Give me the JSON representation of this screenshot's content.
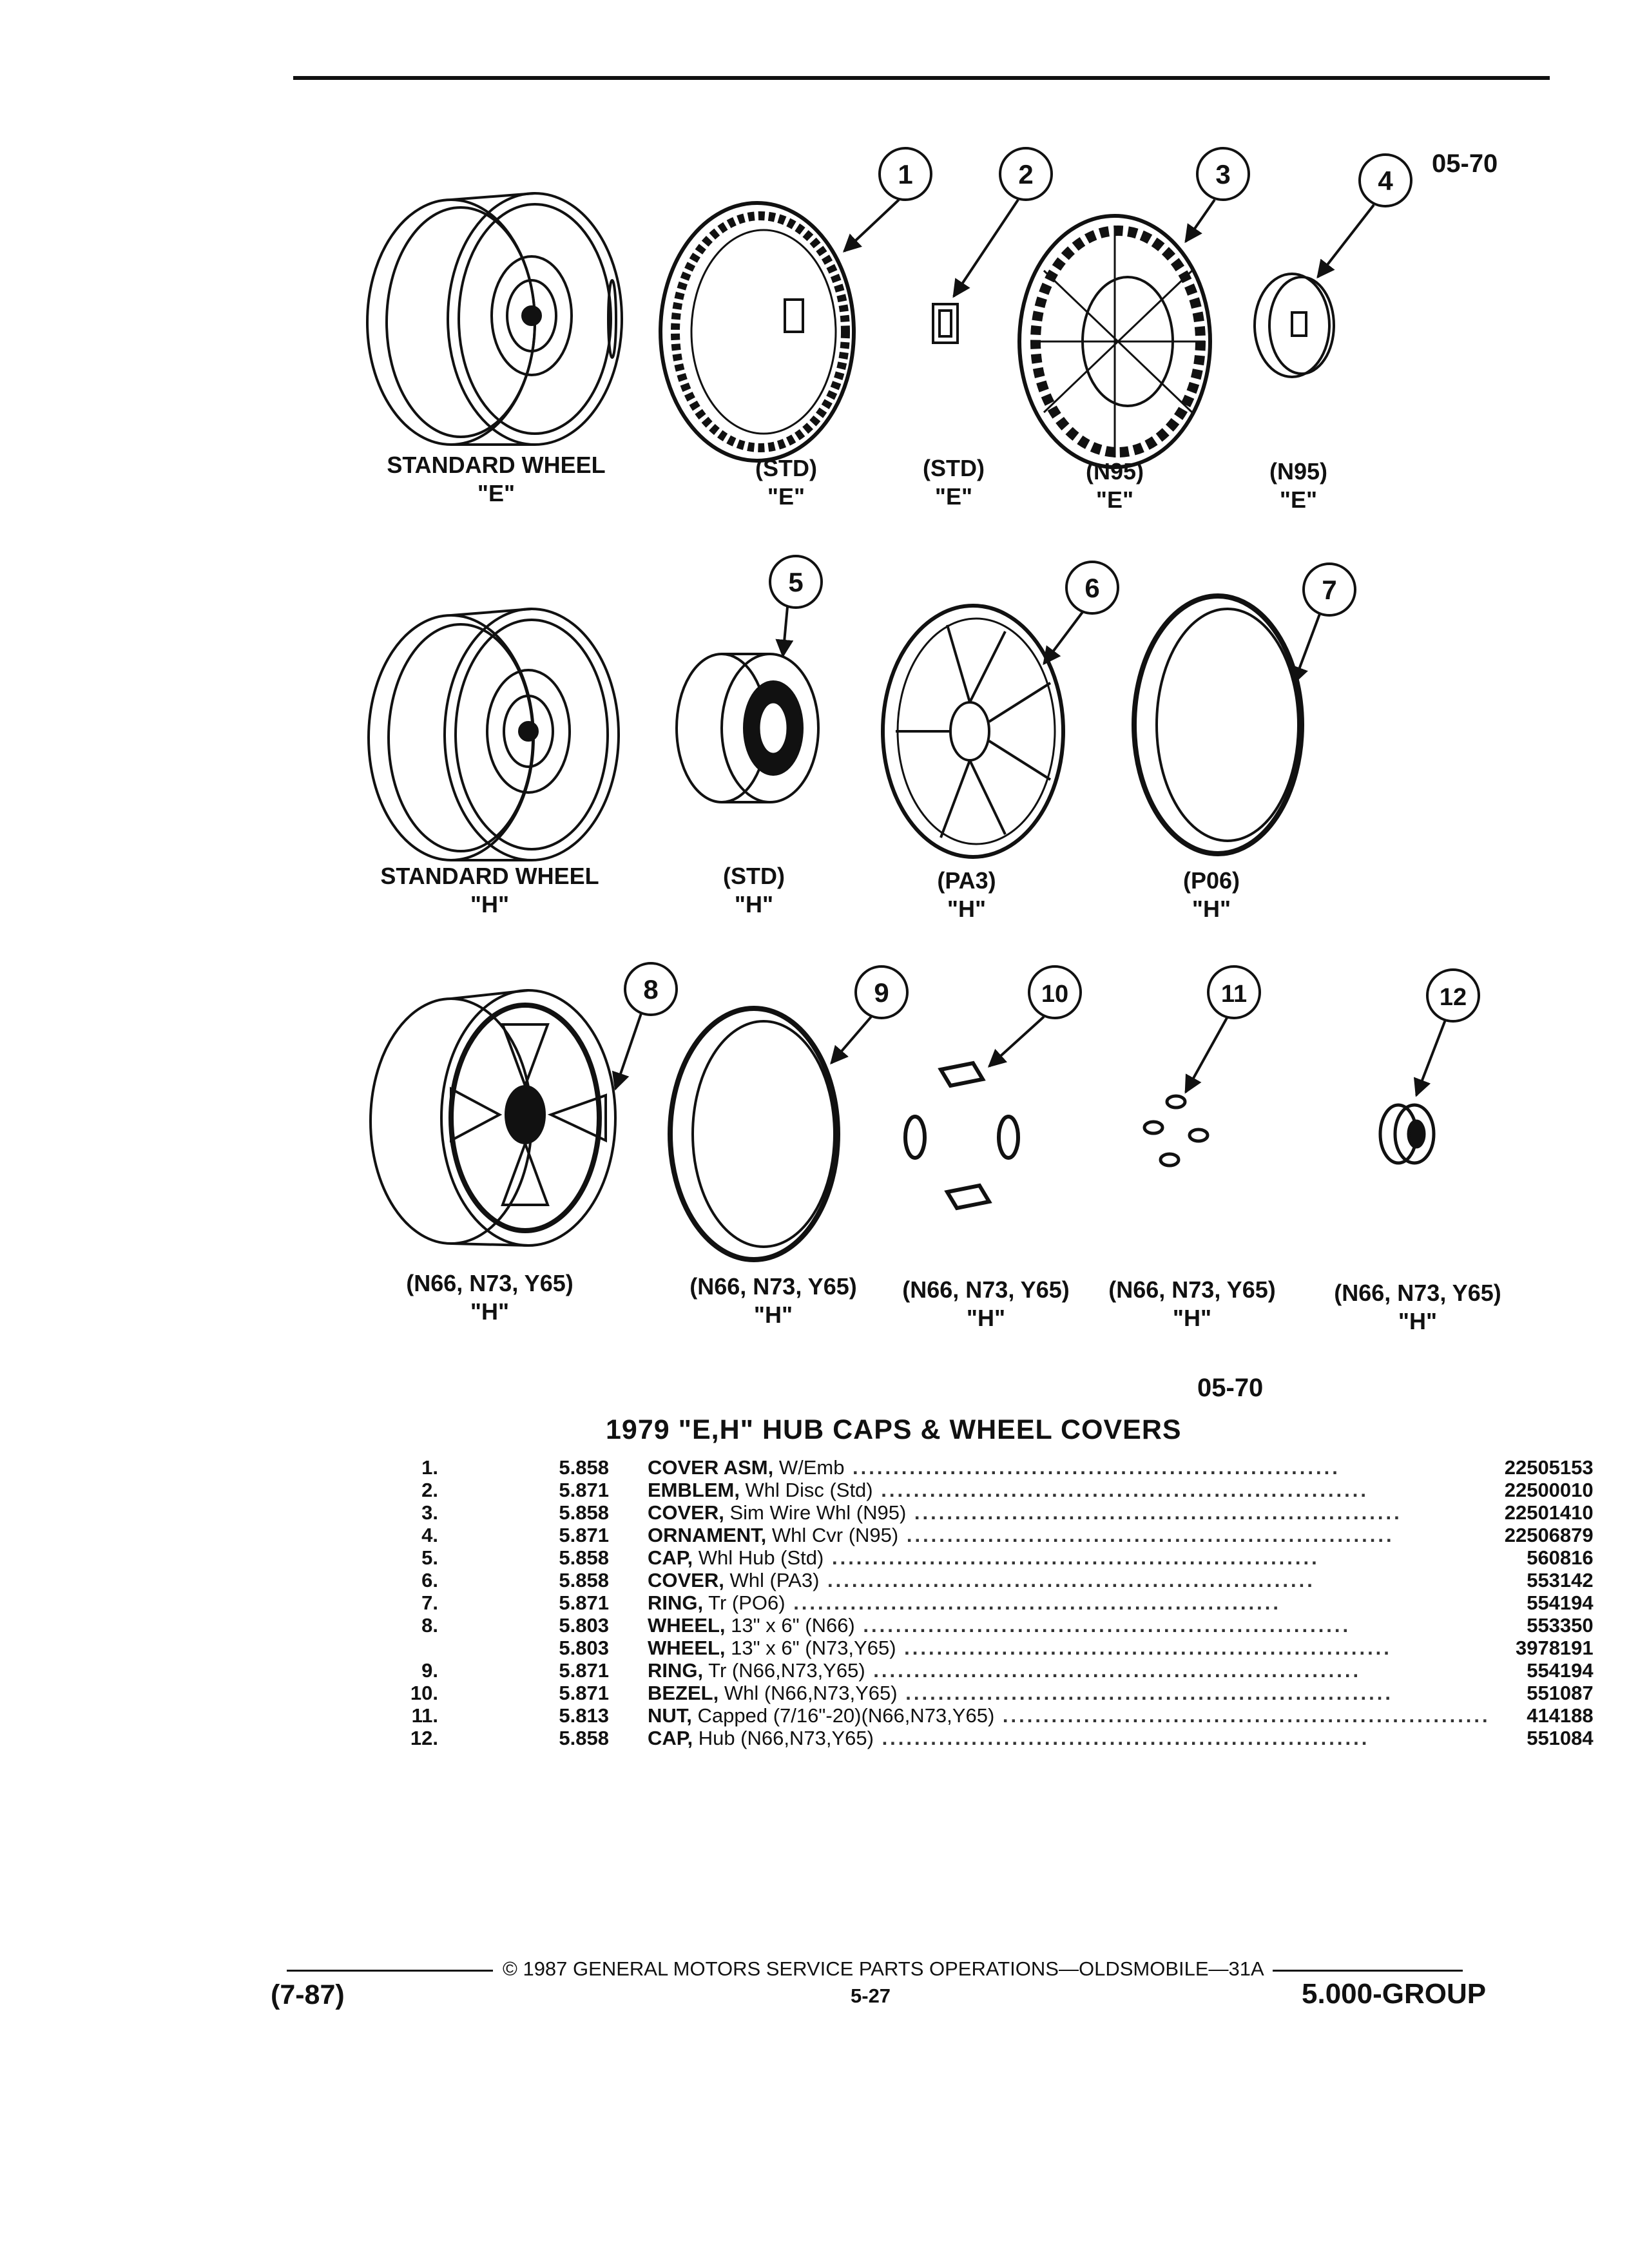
{
  "header": {
    "ref_code_top": "05-70"
  },
  "figure": {
    "callouts": [
      "1",
      "2",
      "3",
      "4",
      "5",
      "6",
      "7",
      "8",
      "9",
      "10",
      "11",
      "12"
    ],
    "row_e": [
      {
        "line1": "STANDARD WHEEL",
        "line2": "\"E\""
      },
      {
        "line1": "(STD)",
        "line2": "\"E\""
      },
      {
        "line1": "(STD)",
        "line2": "\"E\""
      },
      {
        "line1": "(N95)",
        "line2": "\"E\""
      },
      {
        "line1": "(N95)",
        "line2": "\"E\""
      }
    ],
    "row_h": [
      {
        "line1": "STANDARD WHEEL",
        "line2": "\"H\""
      },
      {
        "line1": "(STD)",
        "line2": "\"H\""
      },
      {
        "line1": "(PA3)",
        "line2": "\"H\""
      },
      {
        "line1": "(P06)",
        "line2": "\"H\""
      }
    ],
    "row_perf": [
      {
        "line1": "(N66, N73, Y65)",
        "line2": "\"H\""
      },
      {
        "line1": "(N66, N73, Y65)",
        "line2": "\"H\""
      },
      {
        "line1": "(N66, N73, Y65)",
        "line2": "\"H\""
      },
      {
        "line1": "(N66, N73, Y65)",
        "line2": "\"H\""
      },
      {
        "line1": "(N66, N73, Y65)",
        "line2": "\"H\""
      }
    ],
    "ref_code_bottom": "05-70"
  },
  "parts_list": {
    "title": "1979 \"E,H\" HUB CAPS & WHEEL COVERS",
    "rows": [
      {
        "num": "1.",
        "group": "5.858",
        "name": "COVER ASM,",
        "detail": " W/Emb",
        "part": "22505153"
      },
      {
        "num": "2.",
        "group": "5.871",
        "name": "EMBLEM,",
        "detail": " Whl Disc (Std)",
        "part": "22500010"
      },
      {
        "num": "3.",
        "group": "5.858",
        "name": "COVER,",
        "detail": " Sim Wire Whl (N95)",
        "part": "22501410"
      },
      {
        "num": "4.",
        "group": "5.871",
        "name": "ORNAMENT,",
        "detail": " Whl Cvr (N95)",
        "part": "22506879"
      },
      {
        "num": "5.",
        "group": "5.858",
        "name": "CAP,",
        "detail": " Whl Hub (Std)",
        "part": "560816"
      },
      {
        "num": "6.",
        "group": "5.858",
        "name": "COVER,",
        "detail": " Whl (PA3)",
        "part": "553142"
      },
      {
        "num": "7.",
        "group": "5.871",
        "name": "RING,",
        "detail": " Tr (PO6)",
        "part": "554194"
      },
      {
        "num": "8.",
        "group": "5.803",
        "name": "WHEEL,",
        "detail": " 13\" x 6\" (N66)",
        "part": "553350"
      },
      {
        "num": "",
        "group": "5.803",
        "name": "WHEEL,",
        "detail": " 13\" x 6\" (N73,Y65)",
        "part": "3978191"
      },
      {
        "num": "9.",
        "group": "5.871",
        "name": "RING,",
        "detail": " Tr (N66,N73,Y65)",
        "part": "554194"
      },
      {
        "num": "10.",
        "group": "5.871",
        "name": "BEZEL,",
        "detail": " Whl (N66,N73,Y65)",
        "part": "551087"
      },
      {
        "num": "11.",
        "group": "5.813",
        "name": "NUT,",
        "detail": " Capped (7/16\"-20)(N66,N73,Y65)",
        "part": "414188"
      },
      {
        "num": "12.",
        "group": "5.858",
        "name": "CAP,",
        "detail": " Hub (N66,N73,Y65)",
        "part": "551084"
      }
    ]
  },
  "footer": {
    "revision": "(7-87)",
    "copyright": "© 1987 GENERAL MOTORS SERVICE PARTS OPERATIONS—OLDSMOBILE—31A",
    "page": "5-27",
    "group": "5.000-GROUP"
  }
}
